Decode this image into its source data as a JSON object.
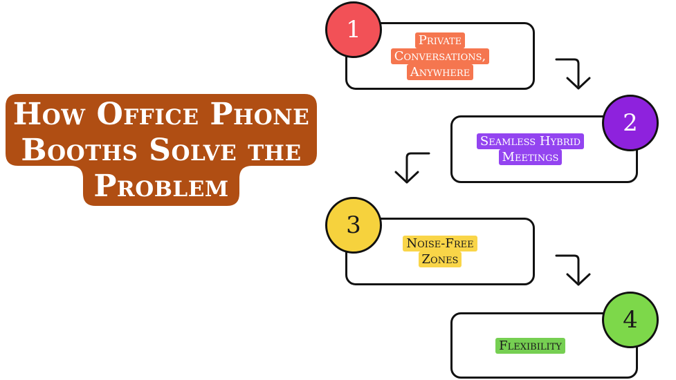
{
  "title": {
    "lines": [
      "How Office Phone",
      "Booths Solve the",
      "Problem"
    ],
    "background": "#b04e13",
    "color": "#ffffff"
  },
  "steps": [
    {
      "number": "1",
      "lines": [
        "Private",
        "Conversations,",
        "Anywhere"
      ],
      "badge_color": "#f25157",
      "label_color": "#f5764f"
    },
    {
      "number": "2",
      "lines": [
        "Seamless Hybrid",
        "Meetings"
      ],
      "badge_color": "#8e22dd",
      "label_color": "#9344f0"
    },
    {
      "number": "3",
      "lines": [
        "Noise-Free",
        "Zones"
      ],
      "badge_color": "#f6d23d",
      "label_color": "#f9d548"
    },
    {
      "number": "4",
      "lines": [
        "Flexibility"
      ],
      "badge_color": "#7dd84a",
      "label_color": "#76cf52"
    }
  ],
  "arrows": [
    {
      "icon": "curved-arrow-down-right"
    },
    {
      "icon": "curved-arrow-down-left"
    },
    {
      "icon": "curved-arrow-down-right"
    }
  ],
  "stroke_color": "#111111"
}
